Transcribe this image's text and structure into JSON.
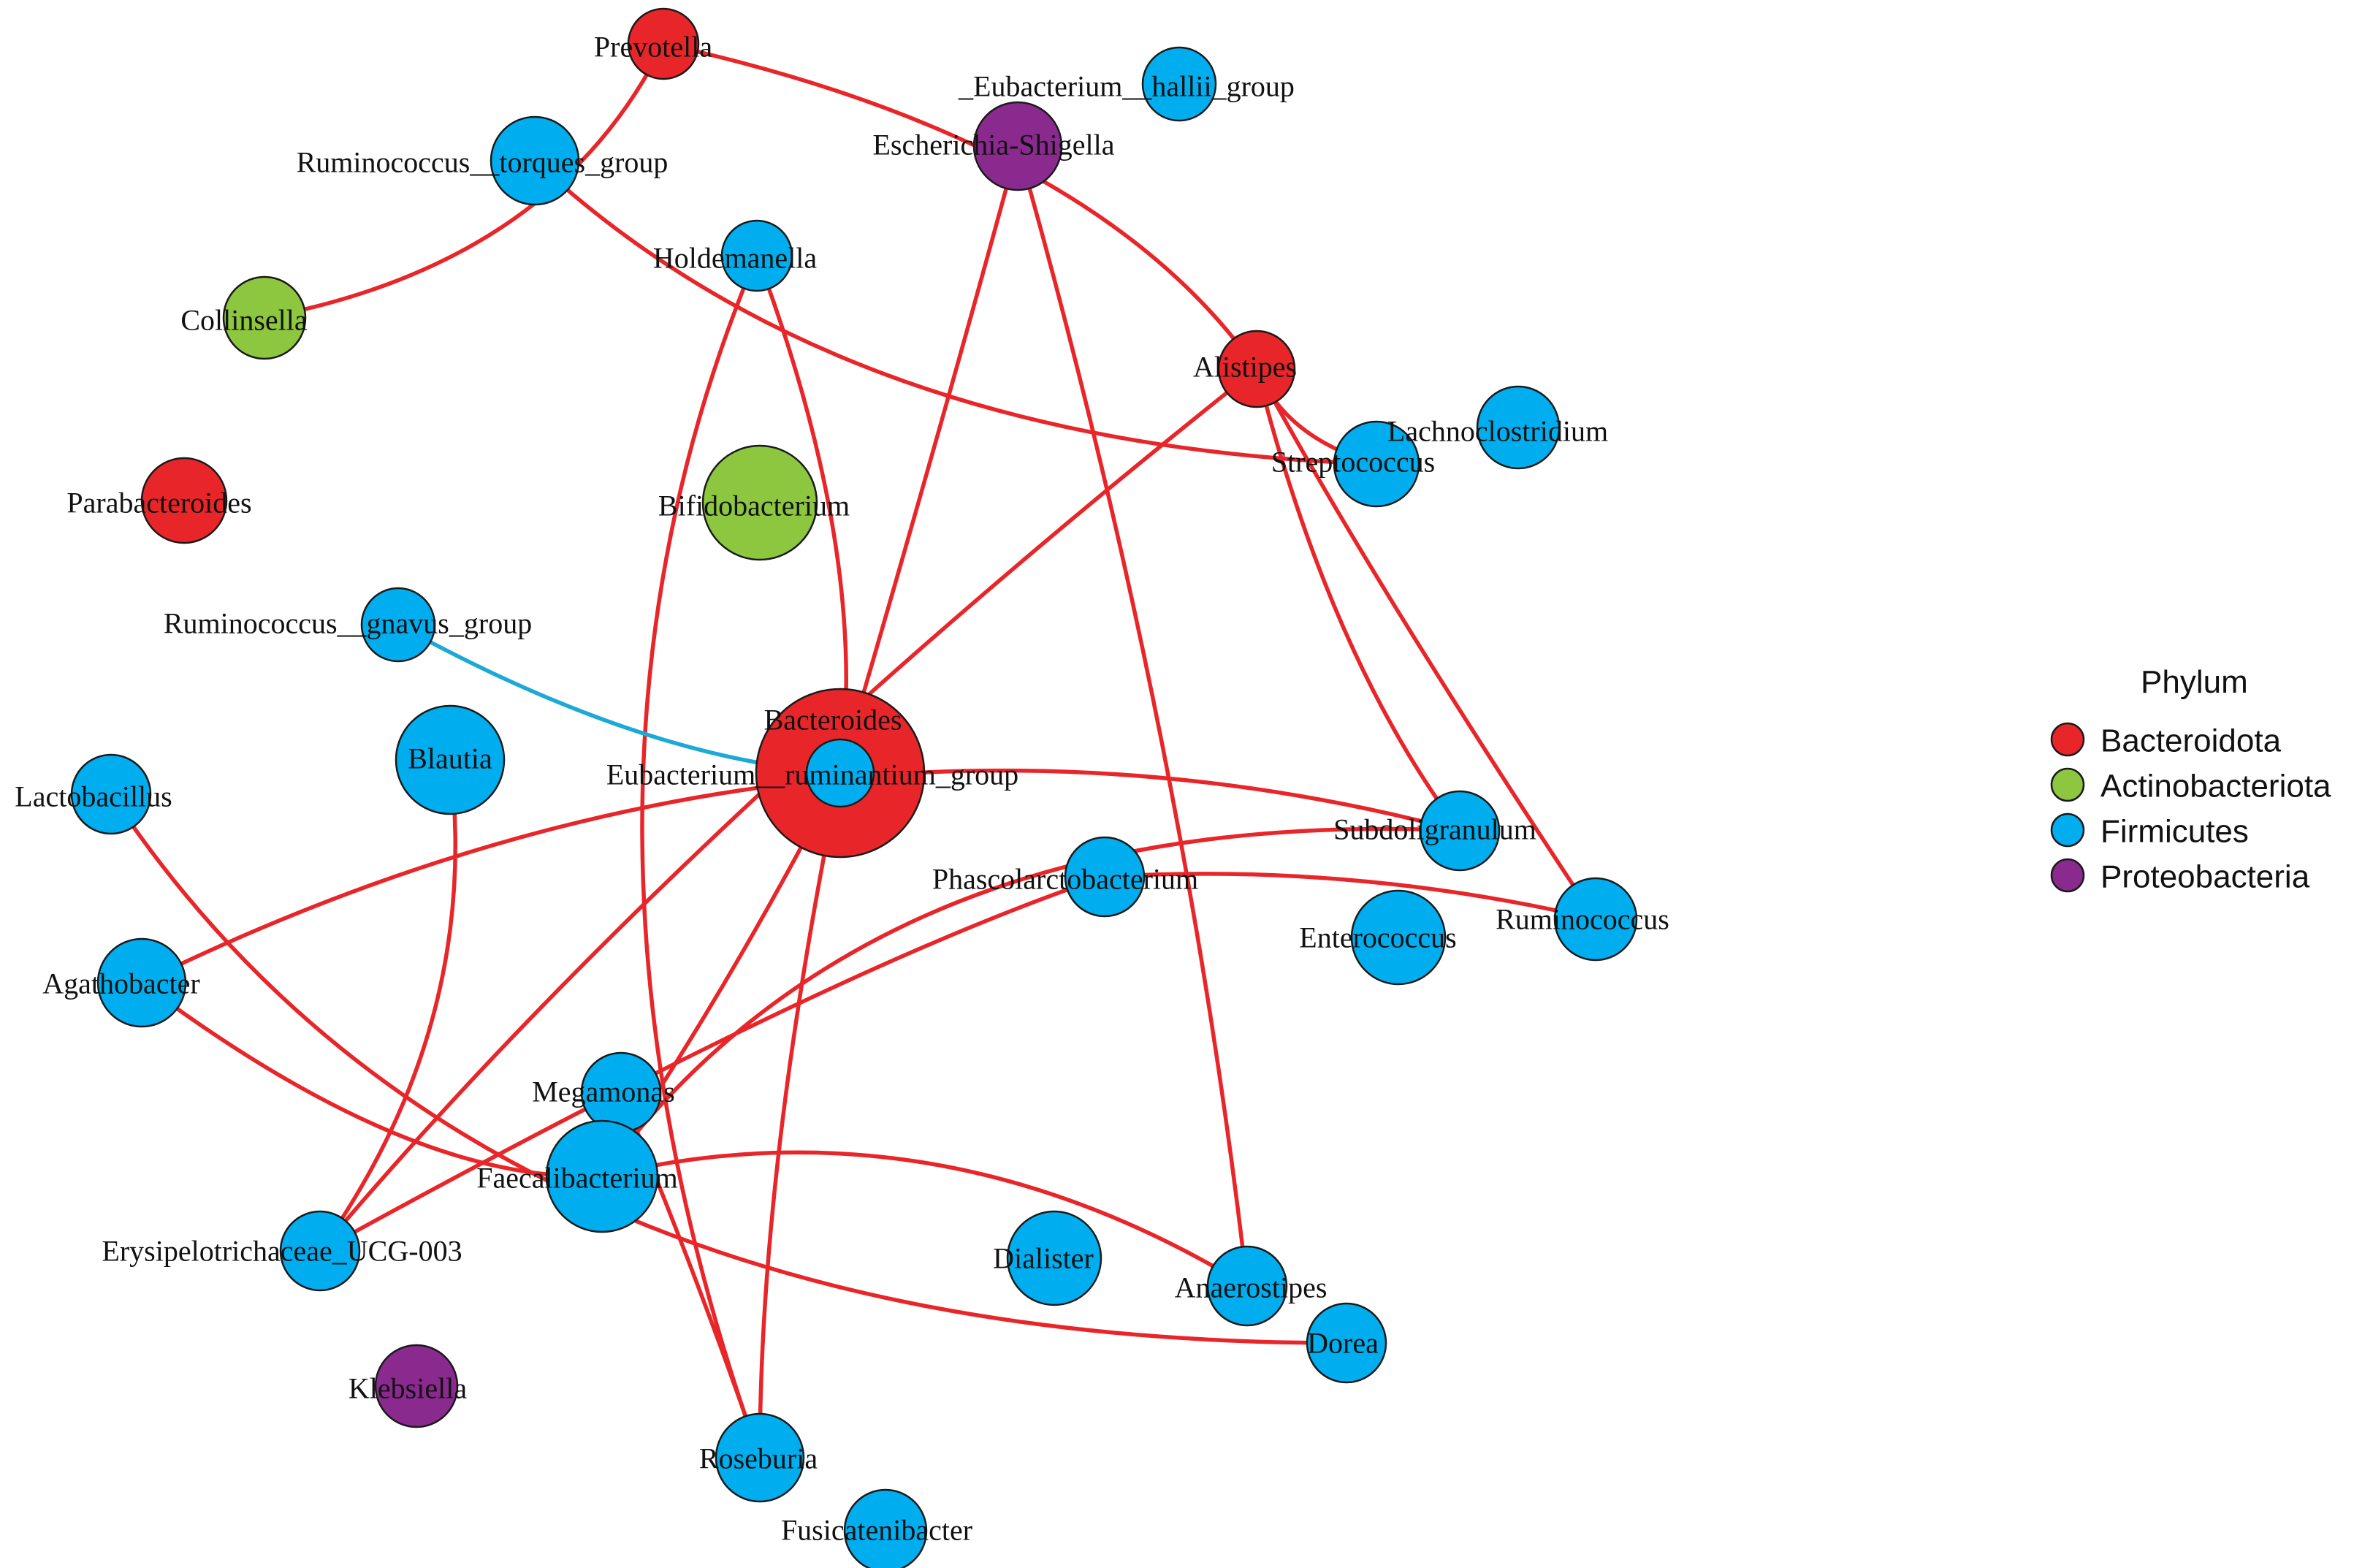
{
  "legend": {
    "title": "Phylum",
    "items": [
      {
        "label": "Bacteroidota",
        "color": "#e8262a"
      },
      {
        "label": "Actinobacteriota",
        "color": "#8dc63f"
      },
      {
        "label": "Firmicutes",
        "color": "#00aeef"
      },
      {
        "label": "Proteobacteria",
        "color": "#8a2a8f"
      }
    ]
  },
  "edge_colors": {
    "positive": "#e8262a",
    "negative": "#1ca9d6"
  },
  "nodes": [
    {
      "id": "prevotella",
      "label": "Prevotella",
      "phylum": "Bacteroidota"
    },
    {
      "id": "eub-hallii",
      "label": "_Eubacterium__hallii_group",
      "phylum": "Firmicutes"
    },
    {
      "id": "escherichia",
      "label": "Escherichia-Shigella",
      "phylum": "Proteobacteria"
    },
    {
      "id": "rumino-torques",
      "label": "Ruminococcus__torques_group",
      "phylum": "Firmicutes"
    },
    {
      "id": "holdemanella",
      "label": "Holdemanella",
      "phylum": "Firmicutes"
    },
    {
      "id": "collinsella",
      "label": "Collinsella",
      "phylum": "Actinobacteriota"
    },
    {
      "id": "alistipes",
      "label": "Alistipes",
      "phylum": "Bacteroidota"
    },
    {
      "id": "lachnoclostridium",
      "label": "Lachnoclostridium",
      "phylum": "Firmicutes"
    },
    {
      "id": "streptococcus",
      "label": "Streptococcus",
      "phylum": "Firmicutes"
    },
    {
      "id": "parabacteroides",
      "label": "Parabacteroides",
      "phylum": "Bacteroidota"
    },
    {
      "id": "bifidobacterium",
      "label": "Bifidobacterium",
      "phylum": "Actinobacteriota"
    },
    {
      "id": "rumino-gnavus",
      "label": "Ruminococcus__gnavus_group",
      "phylum": "Firmicutes"
    },
    {
      "id": "bacteroides",
      "label": "Bacteroides",
      "phylum": "Bacteroidota"
    },
    {
      "id": "eub-ruminantium",
      "label": "Eubacterium__ruminantium_group",
      "phylum": "Firmicutes"
    },
    {
      "id": "blautia",
      "label": "Blautia",
      "phylum": "Firmicutes"
    },
    {
      "id": "lactobacillus",
      "label": "Lactobacillus",
      "phylum": "Firmicutes"
    },
    {
      "id": "subdoligranulum",
      "label": "Subdoligranulum",
      "phylum": "Firmicutes"
    },
    {
      "id": "phascolarctobacterium",
      "label": "Phascolarctobacterium",
      "phylum": "Firmicutes"
    },
    {
      "id": "enterococcus",
      "label": "Enterococcus",
      "phylum": "Firmicutes"
    },
    {
      "id": "ruminococcus",
      "label": "Ruminococcus",
      "phylum": "Firmicutes"
    },
    {
      "id": "agathobacter",
      "label": "Agathobacter",
      "phylum": "Firmicutes"
    },
    {
      "id": "megamonas",
      "label": "Megamonas",
      "phylum": "Firmicutes"
    },
    {
      "id": "faecalibacterium",
      "label": "Faecalibacterium",
      "phylum": "Firmicutes"
    },
    {
      "id": "erysipelo",
      "label": "Erysipelotrichaceae_UCG-003",
      "phylum": "Firmicutes"
    },
    {
      "id": "dialister",
      "label": "Dialister",
      "phylum": "Firmicutes"
    },
    {
      "id": "anaerostipes",
      "label": "Anaerostipes",
      "phylum": "Firmicutes"
    },
    {
      "id": "dorea",
      "label": "Dorea",
      "phylum": "Firmicutes"
    },
    {
      "id": "klebsiella",
      "label": "Klebsiella",
      "phylum": "Proteobacteria"
    },
    {
      "id": "roseburia",
      "label": "Roseburia",
      "phylum": "Firmicutes"
    },
    {
      "id": "fusicatenibacter",
      "label": "Fusicatenibacter",
      "phylum": "Firmicutes"
    }
  ],
  "edges": [
    {
      "source": "prevotella",
      "target": "collinsella",
      "sign": "positive"
    },
    {
      "source": "prevotella",
      "target": "alistipes",
      "sign": "positive"
    },
    {
      "source": "rumino-torques",
      "target": "streptococcus",
      "sign": "positive"
    },
    {
      "source": "alistipes",
      "target": "streptococcus",
      "sign": "positive"
    },
    {
      "source": "escherichia",
      "target": "bacteroides",
      "sign": "positive"
    },
    {
      "source": "escherichia",
      "target": "anaerostipes",
      "sign": "positive"
    },
    {
      "source": "alistipes",
      "target": "subdoligranulum",
      "sign": "positive"
    },
    {
      "source": "alistipes",
      "target": "ruminococcus",
      "sign": "positive"
    },
    {
      "source": "alistipes",
      "target": "erysipelo",
      "sign": "positive"
    },
    {
      "source": "holdemanella",
      "target": "bacteroides",
      "sign": "positive"
    },
    {
      "source": "holdemanella",
      "target": "roseburia",
      "sign": "positive"
    },
    {
      "source": "rumino-gnavus",
      "target": "eub-ruminantium",
      "sign": "negative"
    },
    {
      "source": "agathobacter",
      "target": "subdoligranulum",
      "sign": "positive"
    },
    {
      "source": "agathobacter",
      "target": "faecalibacterium",
      "sign": "positive"
    },
    {
      "source": "lactobacillus",
      "target": "dorea",
      "sign": "positive"
    },
    {
      "source": "blautia",
      "target": "erysipelo",
      "sign": "positive"
    },
    {
      "source": "bacteroides",
      "target": "faecalibacterium",
      "sign": "positive"
    },
    {
      "source": "bacteroides",
      "target": "roseburia",
      "sign": "positive"
    },
    {
      "source": "faecalibacterium",
      "target": "subdoligranulum",
      "sign": "positive"
    },
    {
      "source": "faecalibacterium",
      "target": "anaerostipes",
      "sign": "positive"
    },
    {
      "source": "erysipelo",
      "target": "phascolarctobacterium",
      "sign": "positive"
    },
    {
      "source": "phascolarctobacterium",
      "target": "ruminococcus",
      "sign": "positive"
    },
    {
      "source": "megamonas",
      "target": "roseburia",
      "sign": "positive"
    }
  ]
}
